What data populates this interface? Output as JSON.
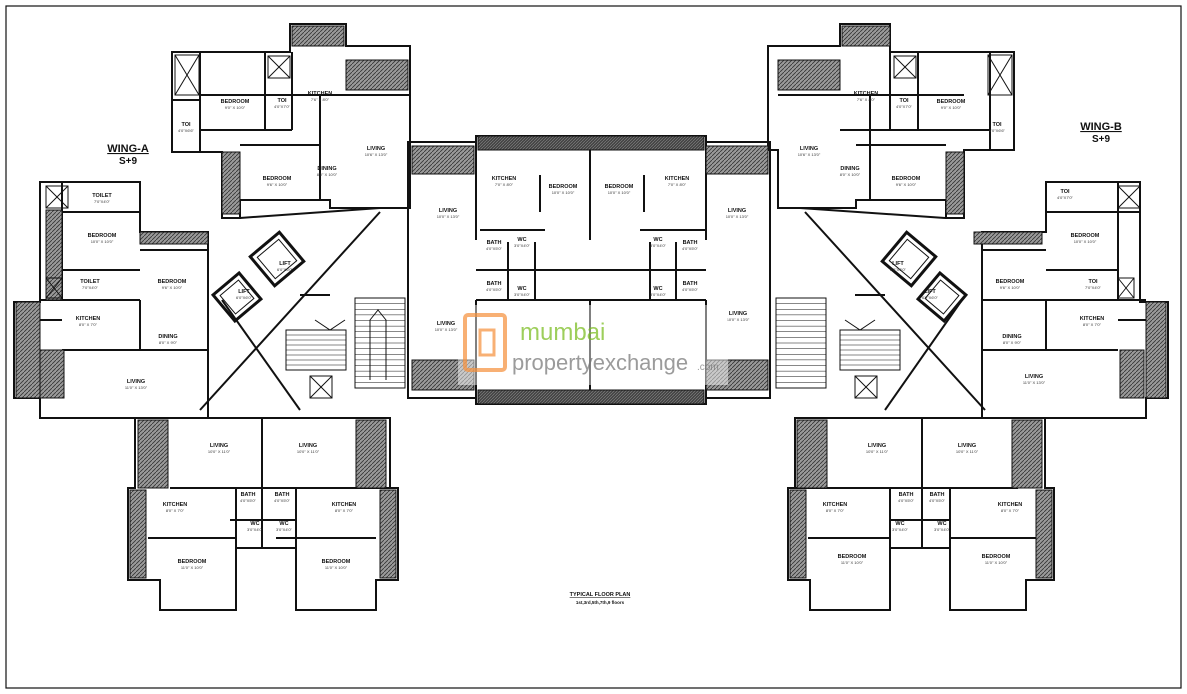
{
  "wings": {
    "a": {
      "name": "WING-A",
      "floors": "S+9"
    },
    "b": {
      "name": "WING-B",
      "floors": "S+9"
    }
  },
  "plan": {
    "title": "TYPICAL FLOOR PLAN",
    "subtitle": "1st,3rd,5th,7th,9 floors"
  },
  "watermark": {
    "brand_line1": "mumbai",
    "brand_line2": "propertyexchange",
    "suffix": ".com"
  },
  "rooms": [
    {
      "id": "a-t-bed",
      "label": "BEDROOM",
      "dim": "9'0\" X 10'0\""
    },
    {
      "id": "a-t-toi1",
      "label": "TOI",
      "dim": "4'0\"X7'0\""
    },
    {
      "id": "a-t-kit",
      "label": "KITCHEN",
      "dim": "7'6\" X 8'0\""
    },
    {
      "id": "a-t-toi2",
      "label": "TOI",
      "dim": "4'0\"X6'6\""
    },
    {
      "id": "a-t-liv",
      "label": "LIVING",
      "dim": "10'6\" X 13'0\""
    },
    {
      "id": "a-t-din",
      "label": "DINING",
      "dim": "8'0\" X 10'0\""
    },
    {
      "id": "a-t-bed2",
      "label": "BEDROOM",
      "dim": "9'6\" X 10'0\""
    },
    {
      "id": "a-t-lift1",
      "label": "LIFT",
      "dim": "6'0\"X6'0\""
    },
    {
      "id": "a-t-lift2",
      "label": "LIFT",
      "dim": "6'0\"X6'0\""
    },
    {
      "id": "a-l-toilet1",
      "label": "TOILET",
      "dim": "7'0\"X4'0\""
    },
    {
      "id": "a-l-bed1",
      "label": "BEDROOM",
      "dim": "10'0\" X 10'0\""
    },
    {
      "id": "a-l-toilet2",
      "label": "TOILET",
      "dim": "7'0\"X4'0\""
    },
    {
      "id": "a-l-bed2",
      "label": "BEDROOM",
      "dim": "9'6\" X 10'0\""
    },
    {
      "id": "a-l-kit",
      "label": "KITCHEN",
      "dim": "8'0\" X 7'0\""
    },
    {
      "id": "a-l-din",
      "label": "DINING",
      "dim": "8'0\" X 9'0\""
    },
    {
      "id": "a-l-liv",
      "label": "LIVING",
      "dim": "11'0\" X 13'0\""
    },
    {
      "id": "a-b-liv1",
      "label": "LIVING",
      "dim": "10'0\" X 11'0\""
    },
    {
      "id": "a-b-liv2",
      "label": "LIVING",
      "dim": "10'0\" X 11'0\""
    },
    {
      "id": "a-b-kit1",
      "label": "KITCHEN",
      "dim": "8'0\" X 7'0\""
    },
    {
      "id": "a-b-bath1",
      "label": "BATH",
      "dim": "4'0\"X5'0\""
    },
    {
      "id": "a-b-bath2",
      "label": "BATH",
      "dim": "4'0\"X5'0\""
    },
    {
      "id": "a-b-kit2",
      "label": "KITCHEN",
      "dim": "8'0\" X 7'0\""
    },
    {
      "id": "a-b-wc1",
      "label": "WC",
      "dim": "3'0\"X4'0\""
    },
    {
      "id": "a-b-wc2",
      "label": "WC",
      "dim": "3'0\"X4'0\""
    },
    {
      "id": "a-b-bed1",
      "label": "BEDROOM",
      "dim": "11'0\" X 10'0\""
    },
    {
      "id": "a-b-bed2",
      "label": "BEDROOM",
      "dim": "11'0\" X 10'0\""
    },
    {
      "id": "c-kit1",
      "label": "KITCHEN",
      "dim": "7'0\" X 8'0\""
    },
    {
      "id": "c-bed1",
      "label": "BEDROOM",
      "dim": "10'0\" X 10'0\""
    },
    {
      "id": "c-bed2",
      "label": "BEDROOM",
      "dim": "10'0\" X 10'0\""
    },
    {
      "id": "c-kit2",
      "label": "KITCHEN",
      "dim": "7'0\" X 8'0\""
    },
    {
      "id": "c-liv1",
      "label": "LIVING",
      "dim": "10'0\" X 13'0\""
    },
    {
      "id": "c-liv2",
      "label": "LIVING",
      "dim": "10'0\" X 13'0\""
    },
    {
      "id": "c-bath1",
      "label": "BATH",
      "dim": "4'0\"X5'0\""
    },
    {
      "id": "c-wc1",
      "label": "WC",
      "dim": "3'0\"X4'0\""
    },
    {
      "id": "c-wc2",
      "label": "WC",
      "dim": "3'0\"X4'0\""
    },
    {
      "id": "c-bath2",
      "label": "BATH",
      "dim": "4'0\"X5'0\""
    },
    {
      "id": "c-bath3",
      "label": "BATH",
      "dim": "4'0\"X5'0\""
    },
    {
      "id": "c-wc3",
      "label": "WC",
      "dim": "3'0\"X4'0\""
    },
    {
      "id": "c-wc4",
      "label": "WC",
      "dim": "3'0\"X4'0\""
    },
    {
      "id": "c-bath4",
      "label": "BATH",
      "dim": "4'0\"X5'0\""
    },
    {
      "id": "c-liv3",
      "label": "LIVING",
      "dim": "10'0\" X 13'0\""
    },
    {
      "id": "c-liv4",
      "label": "LIVING",
      "dim": "10'0\" X 13'0\""
    },
    {
      "id": "b-t-kit",
      "label": "KITCHEN",
      "dim": "7'6\" X 8'0\""
    },
    {
      "id": "b-t-toi1",
      "label": "TOI",
      "dim": "4'0\"X7'0\""
    },
    {
      "id": "b-t-bed",
      "label": "BEDROOM",
      "dim": "9'0\" X 10'0\""
    },
    {
      "id": "b-t-toi2",
      "label": "TOI",
      "dim": "4'0\"X6'6\""
    },
    {
      "id": "b-t-liv",
      "label": "LIVING",
      "dim": "10'6\" X 13'0\""
    },
    {
      "id": "b-t-din",
      "label": "DINING",
      "dim": "8'0\" X 10'0\""
    },
    {
      "id": "b-t-bed2",
      "label": "BEDROOM",
      "dim": "9'6\" X 10'0\""
    },
    {
      "id": "b-t-lift1",
      "label": "LIFT",
      "dim": "6'0\"X6'0\""
    },
    {
      "id": "b-t-lift2",
      "label": "LIFT",
      "dim": "6'0\"X6'0\""
    },
    {
      "id": "b-r-toi1",
      "label": "TOI",
      "dim": "4'0\"X7'0\""
    },
    {
      "id": "b-r-bed1",
      "label": "BEDROOM",
      "dim": "10'0\" X 10'0\""
    },
    {
      "id": "b-r-bed2",
      "label": "BEDROOM",
      "dim": "9'6\" X 10'0\""
    },
    {
      "id": "b-r-toi2",
      "label": "TOI",
      "dim": "7'0\"X4'0\""
    },
    {
      "id": "b-r-din",
      "label": "DINING",
      "dim": "8'0\" X 9'0\""
    },
    {
      "id": "b-r-kit",
      "label": "KITCHEN",
      "dim": "8'0\" X 7'0\""
    },
    {
      "id": "b-r-liv",
      "label": "LIVING",
      "dim": "11'0\" X 13'0\""
    },
    {
      "id": "b-b-liv1",
      "label": "LIVING",
      "dim": "10'0\" X 11'0\""
    },
    {
      "id": "b-b-liv2",
      "label": "LIVING",
      "dim": "10'0\" X 11'0\""
    },
    {
      "id": "b-b-kit1",
      "label": "KITCHEN",
      "dim": "8'0\" X 7'0\""
    },
    {
      "id": "b-b-bath1",
      "label": "BATH",
      "dim": "4'0\"X5'0\""
    },
    {
      "id": "b-b-bath2",
      "label": "BATH",
      "dim": "4'0\"X5'0\""
    },
    {
      "id": "b-b-kit2",
      "label": "KITCHEN",
      "dim": "8'0\" X 7'0\""
    },
    {
      "id": "b-b-wc1",
      "label": "WC",
      "dim": "3'0\"X4'0\""
    },
    {
      "id": "b-b-wc2",
      "label": "WC",
      "dim": "3'0\"X4'0\""
    },
    {
      "id": "b-b-bed1",
      "label": "BEDROOM",
      "dim": "11'0\" X 10'0\""
    },
    {
      "id": "b-b-bed2",
      "label": "BEDROOM",
      "dim": "11'0\" X 10'0\""
    }
  ],
  "colors": {
    "wall": "#111111",
    "hatch": "#555555",
    "watermark_green": "#8dc63f",
    "watermark_grey": "#8a8a8a",
    "watermark_orange": "#f7a35c"
  }
}
